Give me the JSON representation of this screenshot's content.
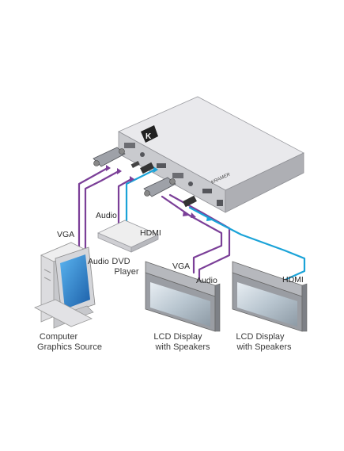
{
  "colors": {
    "vga_cable": "#7b3f98",
    "audio_cable": "#7b3f98",
    "hdmi_cable": "#1aa3d8",
    "device_top": "#e9e9ec",
    "device_front": "#c8c9cd",
    "device_side": "#a9aab0"
  },
  "device": {
    "brand_logo_text": "K",
    "brand_name_text": "KRAMER"
  },
  "labels": {
    "vga_left": "VGA",
    "audio_left": "Audio",
    "audio_dvd": "Audio",
    "hdmi_dvd": "HDMI",
    "vga_right": "VGA",
    "audio_right": "Audio",
    "hdmi_right": "HDMI"
  },
  "captions": {
    "dvd_line1": "DVD",
    "dvd_line2": "Player",
    "computer_line1": "Computer",
    "computer_line2": "Graphics Source",
    "lcd1_line1": "LCD Display",
    "lcd1_line2": "with Speakers",
    "lcd2_line1": "LCD Display",
    "lcd2_line2": "with Speakers"
  }
}
